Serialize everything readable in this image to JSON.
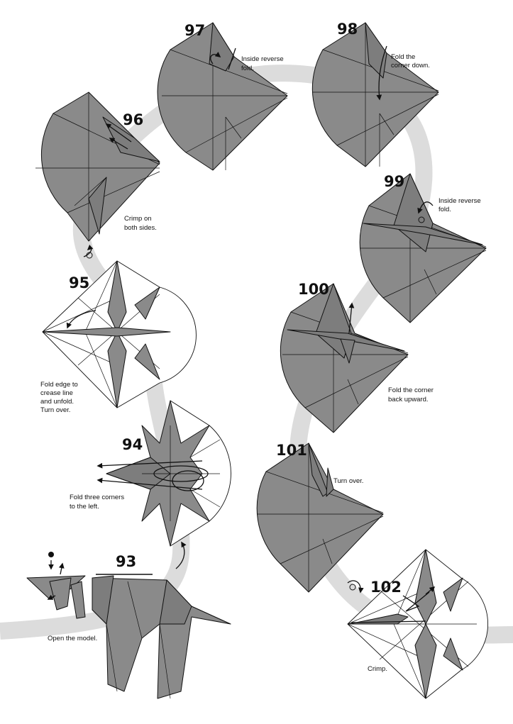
{
  "steps": [
    {
      "number": "93",
      "caption": [
        "Open the model."
      ]
    },
    {
      "number": "94",
      "caption": [
        "Fold three corners",
        "to the left."
      ]
    },
    {
      "number": "95",
      "caption": [
        "Fold  edge  to",
        "crease   line",
        "and unfold.",
        "Turn over."
      ]
    },
    {
      "number": "96",
      "caption": [
        "Crimp on",
        "both sides."
      ]
    },
    {
      "number": "97",
      "caption": [
        "Inside reverse",
        "fold."
      ]
    },
    {
      "number": "98",
      "caption": [
        "Fold the",
        "corner down."
      ]
    },
    {
      "number": "99",
      "caption": [
        "Inside reverse",
        "fold."
      ]
    },
    {
      "number": "100",
      "caption": [
        "Fold the corner",
        "back upward."
      ]
    },
    {
      "number": "101",
      "caption": [
        "Turn over."
      ]
    },
    {
      "number": "102",
      "caption": [
        "Crimp."
      ]
    }
  ],
  "colors": {
    "paper": "#8a8a8a",
    "path": "#dcdcdc",
    "line": "#111111"
  }
}
